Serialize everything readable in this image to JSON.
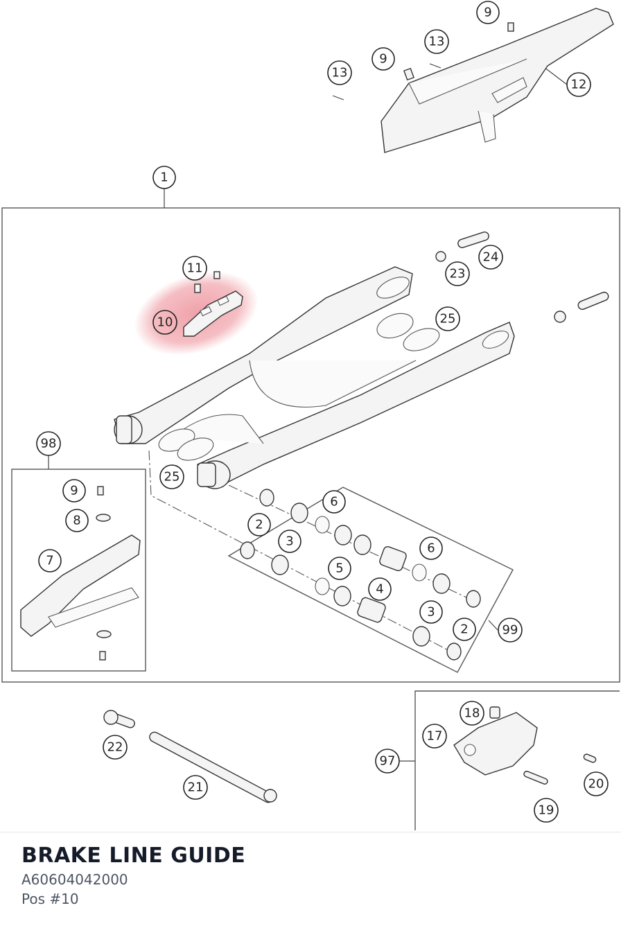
{
  "part": {
    "name": "BRAKE LINE GUIDE",
    "number": "A60604042000",
    "position": "Pos #10"
  },
  "highlight_color": "#e8707c",
  "callouts": [
    {
      "id": "c-9a",
      "label": "9"
    },
    {
      "id": "c-13a",
      "label": "13"
    },
    {
      "id": "c-9b",
      "label": "9"
    },
    {
      "id": "c-13b",
      "label": "13"
    },
    {
      "id": "c-12",
      "label": "12"
    },
    {
      "id": "c-1",
      "label": "1"
    },
    {
      "id": "c-11",
      "label": "11"
    },
    {
      "id": "c-10",
      "label": "10"
    },
    {
      "id": "c-24",
      "label": "24"
    },
    {
      "id": "c-23",
      "label": "23"
    },
    {
      "id": "c-25a",
      "label": "25"
    },
    {
      "id": "c-98",
      "label": "98"
    },
    {
      "id": "c-25b",
      "label": "25"
    },
    {
      "id": "c-9c",
      "label": "9"
    },
    {
      "id": "c-8",
      "label": "8"
    },
    {
      "id": "c-7",
      "label": "7"
    },
    {
      "id": "c-6a",
      "label": "6"
    },
    {
      "id": "c-2a",
      "label": "2"
    },
    {
      "id": "c-3a",
      "label": "3"
    },
    {
      "id": "c-6b",
      "label": "6"
    },
    {
      "id": "c-5",
      "label": "5"
    },
    {
      "id": "c-4",
      "label": "4"
    },
    {
      "id": "c-3b",
      "label": "3"
    },
    {
      "id": "c-2b",
      "label": "2"
    },
    {
      "id": "c-99",
      "label": "99"
    },
    {
      "id": "c-22",
      "label": "22"
    },
    {
      "id": "c-21",
      "label": "21"
    },
    {
      "id": "c-18",
      "label": "18"
    },
    {
      "id": "c-17",
      "label": "17"
    },
    {
      "id": "c-97",
      "label": "97"
    },
    {
      "id": "c-20",
      "label": "20"
    },
    {
      "id": "c-19",
      "label": "19"
    }
  ]
}
